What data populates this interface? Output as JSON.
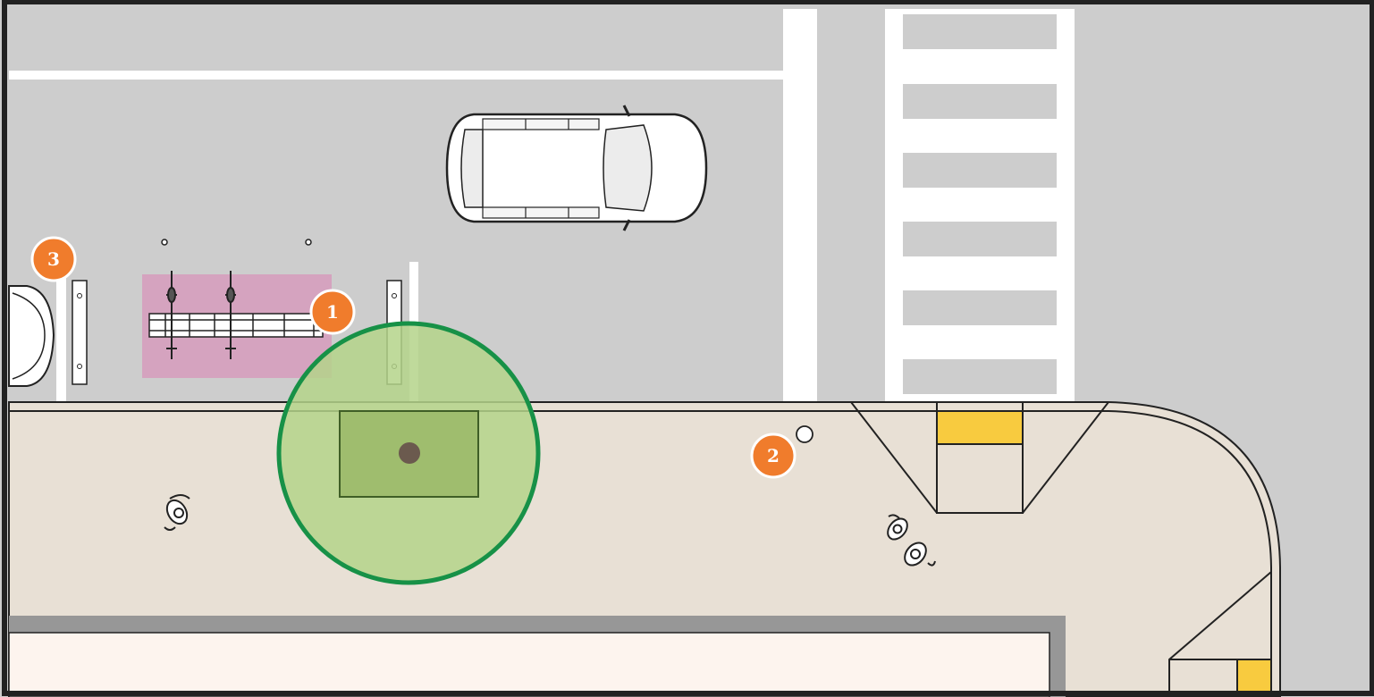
{
  "markers": [
    {
      "id": "bike-corral",
      "label": "1"
    },
    {
      "id": "curbside-post",
      "label": "2"
    },
    {
      "id": "parking-stall-edge",
      "label": "3"
    }
  ],
  "colors": {
    "road": "#cdcdcd",
    "sidewalk": "#e8e0d5",
    "building": "#fdf4ee",
    "building_edge": "#979797",
    "bike_zone": "#d5a3bf",
    "tree_canopy": "#b4d48a",
    "tree_canopy_stroke": "#179147",
    "tree_pit": "#9fbd6e",
    "tree_trunk": "#6b5a4e",
    "badge": "#f07c2c",
    "tactile_paving": "#f8cb3f",
    "outline": "#222222"
  }
}
